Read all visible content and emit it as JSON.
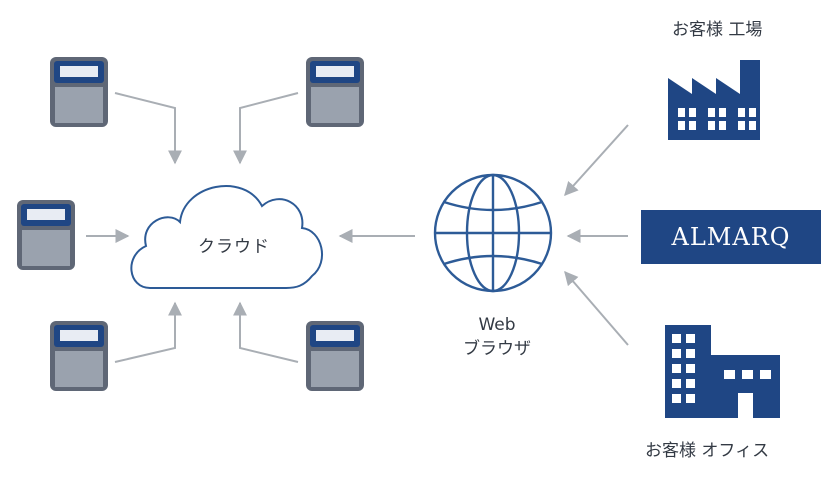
{
  "labels": {
    "cloud": "クラウド",
    "web_line1": "Web",
    "web_line2": "ブラウザ",
    "factory": "お客様 工場",
    "office": "お客様 オフィス",
    "brand": "ALMARQ"
  },
  "colors": {
    "device_frame": "#5f6776",
    "device_body": "#9aa2ae",
    "device_screen": "#1f4684",
    "icon_navy": "#1f4684",
    "outline": "#2d5b97",
    "arrow": "#a9aeb4"
  },
  "icons": [
    "terminal-device-icon",
    "cloud-icon",
    "globe-icon",
    "factory-icon",
    "office-building-icon"
  ]
}
